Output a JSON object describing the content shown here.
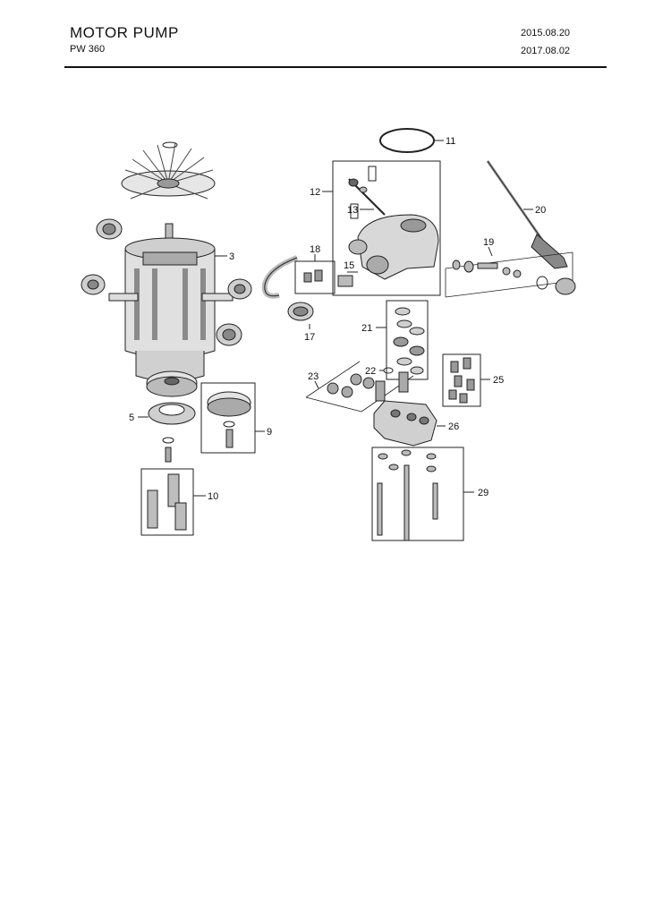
{
  "header": {
    "title": "MOTOR PUMP",
    "model": "PW 360",
    "date_1": "2015.08.20",
    "date_2": "2017.08.02"
  },
  "callouts": {
    "c3": "3",
    "c5": "5",
    "c9": "9",
    "c10": "10",
    "c11": "11",
    "c12": "12",
    "c13": "13",
    "c15": "15",
    "c17": "17",
    "c18": "18",
    "c19": "19",
    "c20": "20",
    "c21": "21",
    "c22": "22",
    "c23": "23",
    "c25": "25",
    "c26": "26",
    "c29": "29"
  },
  "colors": {
    "line": "#222222",
    "part_fill": "#d9d9d9",
    "part_dark": "#7a7a7a"
  }
}
